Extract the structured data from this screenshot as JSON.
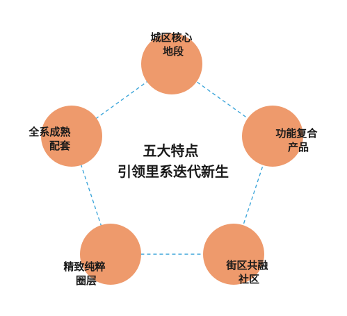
{
  "center": {
    "line1": "五大特点",
    "line2": "引领里系迭代新生"
  },
  "nodes": [
    {
      "id": "core-location",
      "line1": "城区核心",
      "line2": "地段"
    },
    {
      "id": "mixed-products",
      "line1": "功能复合",
      "line2": "产品"
    },
    {
      "id": "street-community",
      "line1": "街区共融",
      "line2": "社区"
    },
    {
      "id": "refined-circle",
      "line1": "精致纯粹",
      "line2": "圈层"
    },
    {
      "id": "complete-facilities",
      "line1": "全系成熟",
      "line2": "配套"
    }
  ],
  "colors": {
    "node_fill": "#EE9A6C",
    "connector": "#3EA6DA",
    "text": "#1a1a1a"
  }
}
